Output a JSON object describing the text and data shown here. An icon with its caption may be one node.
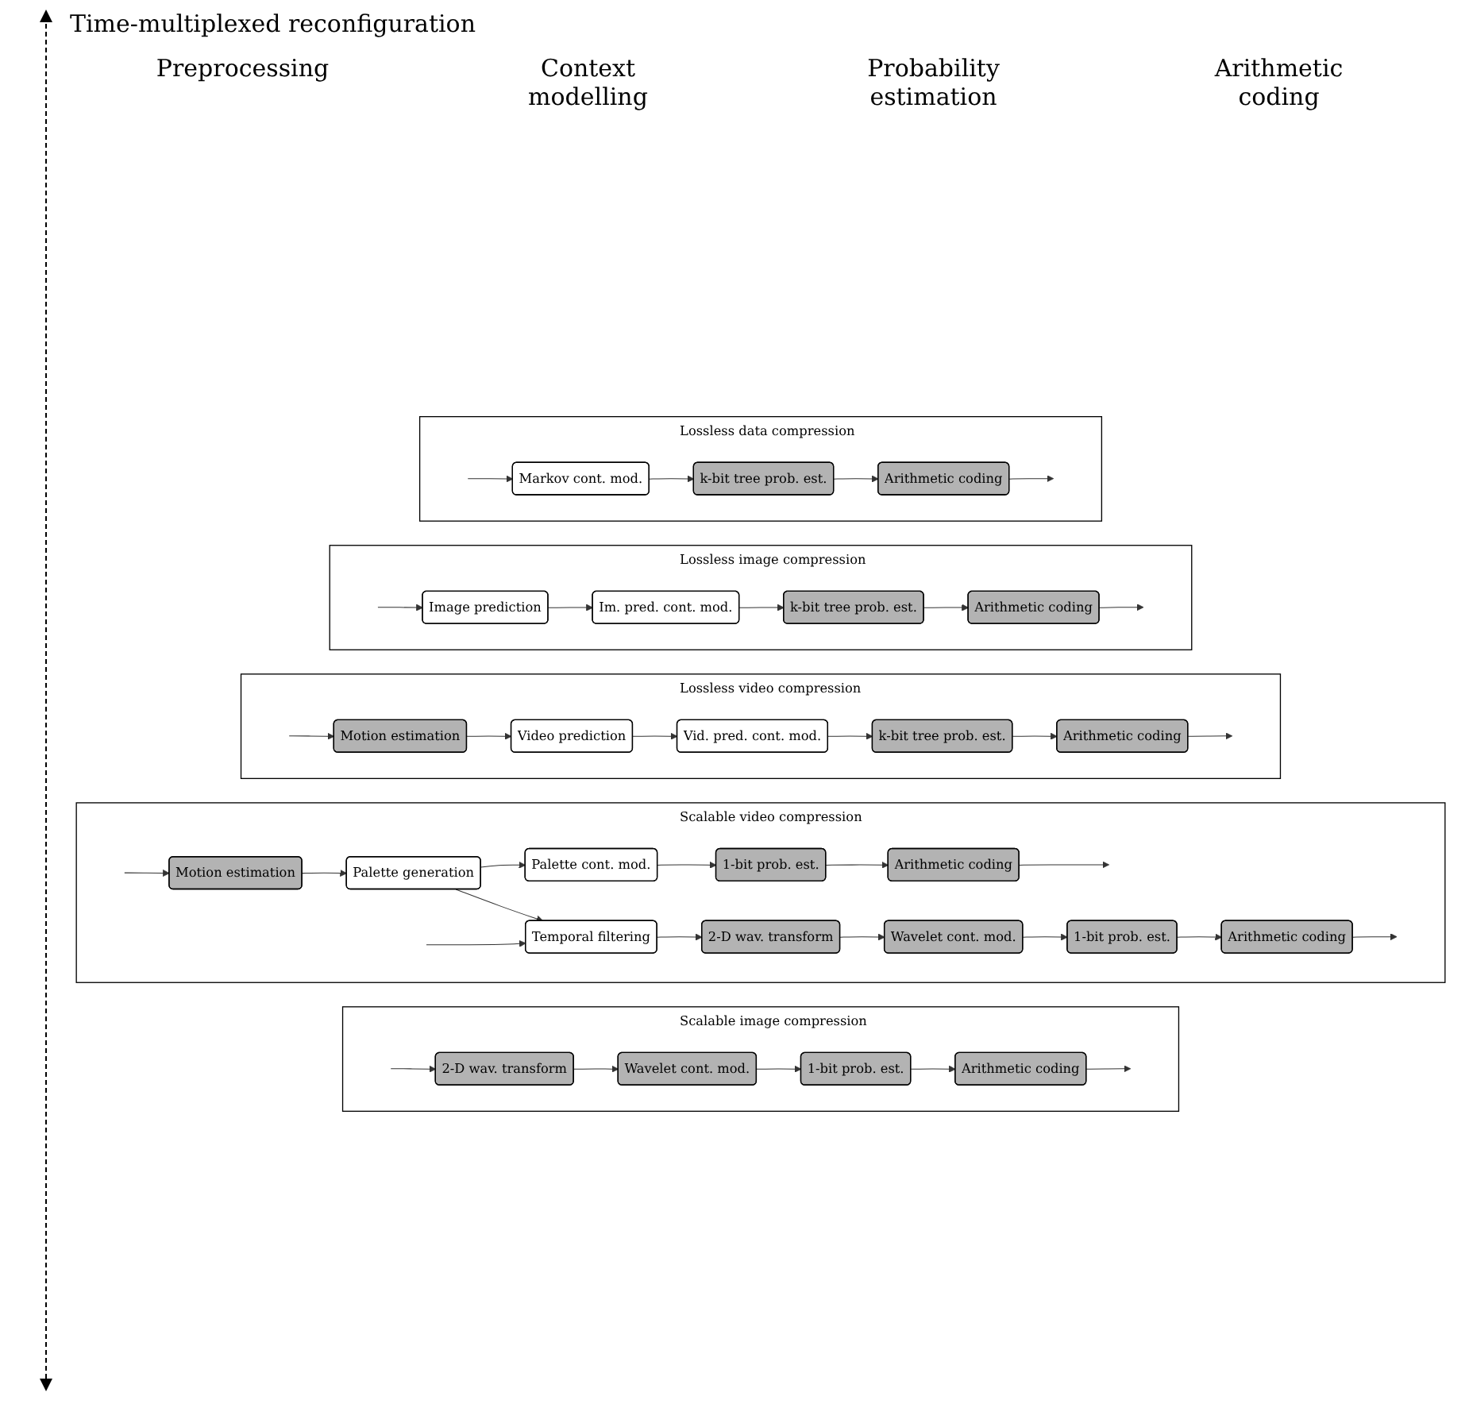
{
  "diagram": {
    "nodes": [
      {
        "text": [
          "Lossless data compression"
        ]
      },
      {
        "text": [
          "Markov cont. mod."
        ],
        "in": 0
      },
      {
        "text": [
          "k-bit tree prob. est."
        ],
        "in": 0
      },
      {
        "text": [
          "Arithmetic coding"
        ],
        "in": 0
      },
      {
        "text": [
          "Lossless image compression"
        ]
      },
      {
        "text": [
          "Image prediction"
        ],
        "in": 4
      },
      {
        "text": [
          "Im. pred. cont. mod."
        ],
        "in": 4
      },
      {
        "text": [
          "k-bit tree prob. est."
        ],
        "in": 4
      },
      {
        "text": [
          "Arithmetic coding"
        ],
        "in": 4
      },
      {
        "text": [
          "Lossless video compression"
        ]
      },
      {
        "text": [
          "Motion estimation"
        ],
        "in": 9
      },
      {
        "text": [
          "Video prediction"
        ],
        "in": 9
      },
      {
        "text": [
          "Vid. pred. cont. mod."
        ],
        "in": 9
      },
      {
        "text": [
          "k-bit tree prob. est."
        ],
        "in": 9
      },
      {
        "text": [
          "Arithmetic coding"
        ],
        "in": 9
      },
      {
        "text": [
          "Scalable video compression"
        ]
      },
      {
        "text": [
          "Motion estimation"
        ],
        "in": 15
      },
      {
        "text": [
          "Palette generation"
        ],
        "in": 15
      },
      {
        "text": [
          "Palette cont. mod."
        ],
        "in": 15
      },
      {
        "text": [
          "1-bit prob. est."
        ],
        "in": 15
      },
      {
        "text": [
          "Arithmetic coding"
        ],
        "in": 15
      },
      {
        "text": [
          "Temporal filtering"
        ],
        "in": 15
      },
      {
        "text": [
          "2-D wav. transform"
        ],
        "in": 15
      },
      {
        "text": [
          "Wavelet cont. mod."
        ],
        "in": 15
      },
      {
        "text": [
          "1-bit prob. est."
        ],
        "in": 15
      },
      {
        "text": [
          "Arithmetic coding"
        ],
        "in": 15
      },
      {
        "text": [
          "Scalable image compression"
        ]
      },
      {
        "text": [
          "2-D wav. transform"
        ],
        "in": 26
      },
      {
        "text": [
          "Wavelet cont. mod."
        ],
        "in": 26
      },
      {
        "text": [
          "1-bit prob. est."
        ],
        "in": 26
      },
      {
        "text": [
          "Arithmetic coding"
        ],
        "in": 26
      }
    ],
    "edges": [
      {
        "from": null,
        "to": 1,
        "arrow": "to"
      },
      {
        "from": 1,
        "to": 2,
        "arrow": "to"
      },
      {
        "from": 2,
        "to": 3,
        "arrow": "to"
      },
      {
        "from": 3,
        "to": null,
        "arrow": "to"
      },
      {
        "from": null,
        "to": 5,
        "arrow": "to"
      },
      {
        "from": 5,
        "to": 6,
        "arrow": "to"
      },
      {
        "from": 6,
        "to": 7,
        "arrow": "to"
      },
      {
        "from": 7,
        "to": 8,
        "arrow": "to"
      },
      {
        "from": 8,
        "to": null,
        "arrow": "to"
      },
      {
        "from": null,
        "to": 10,
        "arrow": "to"
      },
      {
        "from": 10,
        "to": 11,
        "arrow": "to"
      },
      {
        "from": 11,
        "to": 12,
        "arrow": "to"
      },
      {
        "from": 12,
        "to": 13,
        "arrow": "to"
      },
      {
        "from": 13,
        "to": 14,
        "arrow": "to"
      },
      {
        "from": 14,
        "to": null,
        "arrow": "to"
      },
      {
        "from": null,
        "to": 16,
        "arrow": "to"
      },
      {
        "from": null,
        "to": 21,
        "arrow": "to"
      },
      {
        "from": 16,
        "to": 17,
        "arrow": "to"
      },
      {
        "from": 17,
        "to": 18,
        "arrow": "to"
      },
      {
        "from": 18,
        "to": 19,
        "arrow": "to"
      },
      {
        "from": 19,
        "to": 20,
        "arrow": "to"
      },
      {
        "from": 20,
        "to": null,
        "arrow": "to"
      },
      {
        "from": 17,
        "to": 21,
        "arrow": "to"
      },
      {
        "from": 21,
        "to": 22,
        "arrow": "to"
      },
      {
        "from": 22,
        "to": 23,
        "arrow": "to"
      },
      {
        "from": 23,
        "to": 24,
        "arrow": "to"
      },
      {
        "from": 24,
        "to": 25,
        "arrow": "to"
      },
      {
        "from": 25,
        "to": null,
        "arrow": "to"
      },
      {
        "from": null,
        "to": 27,
        "arrow": "to"
      },
      {
        "from": 27,
        "to": 28,
        "arrow": "to"
      },
      {
        "from": 28,
        "to": 29,
        "arrow": "to"
      },
      {
        "from": 29,
        "to": 30,
        "arrow": "to"
      },
      {
        "from": 30,
        "to": null,
        "arrow": "to"
      }
    ],
    "labels": [
      "Time-multiplexed reconfiguration",
      "Preprocessing",
      "Context modelling",
      "Probability estimation",
      "Arithmetic coding"
    ]
  }
}
